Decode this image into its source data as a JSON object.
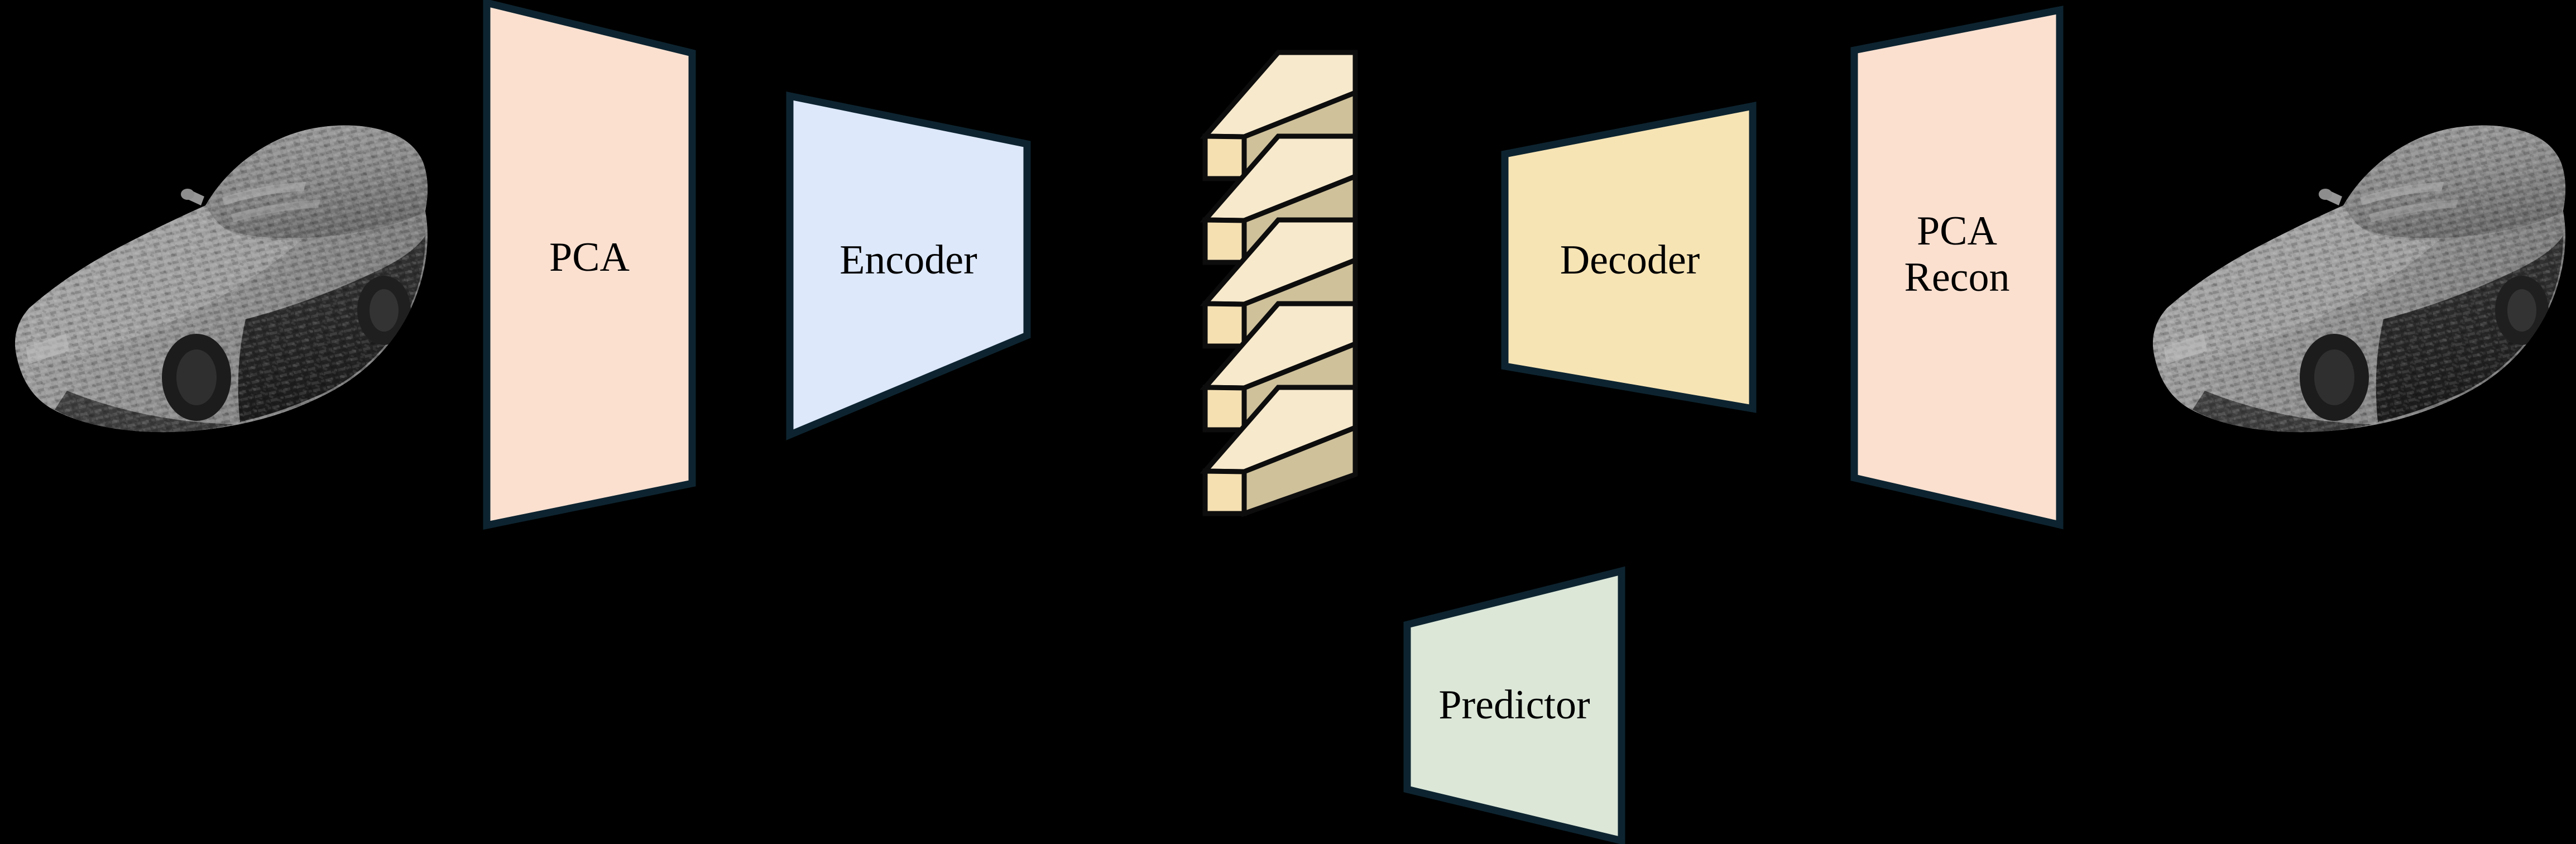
{
  "figure": {
    "kind": "pipeline-diagram",
    "background_color": "#000000",
    "stroke_color": "#0d2430",
    "text_color": "#000000"
  },
  "blocks": [
    {
      "id": "pca",
      "label": "PCA",
      "fill": "#fbe0d0",
      "shape": "trapezoid"
    },
    {
      "id": "encoder",
      "label": "Encoder",
      "fill": "#dde8fb",
      "shape": "trapezoid"
    },
    {
      "id": "latent",
      "label": "",
      "fill": "#f5e3bd",
      "side_fill": "#cfc19a",
      "top_fill": "#f7e9cc",
      "shape": "stacked-3d-bars",
      "count": 5
    },
    {
      "id": "decoder",
      "label": "Decoder",
      "fill": "#f7e4b5",
      "shape": "trapezoid"
    },
    {
      "id": "pca_recon",
      "label": "PCA\nRecon",
      "fill": "#fbe0d0",
      "shape": "trapezoid"
    },
    {
      "id": "predictor",
      "label": "Predictor",
      "fill": "#dce7d8",
      "shape": "trapezoid"
    }
  ],
  "inputs": [
    {
      "id": "input_car",
      "label": "",
      "kind": "3d-car-mesh",
      "color": "#8f8f8f"
    }
  ],
  "outputs": [
    {
      "id": "output_car",
      "label": "",
      "kind": "3d-car-mesh",
      "color": "#8f8f8f"
    }
  ]
}
